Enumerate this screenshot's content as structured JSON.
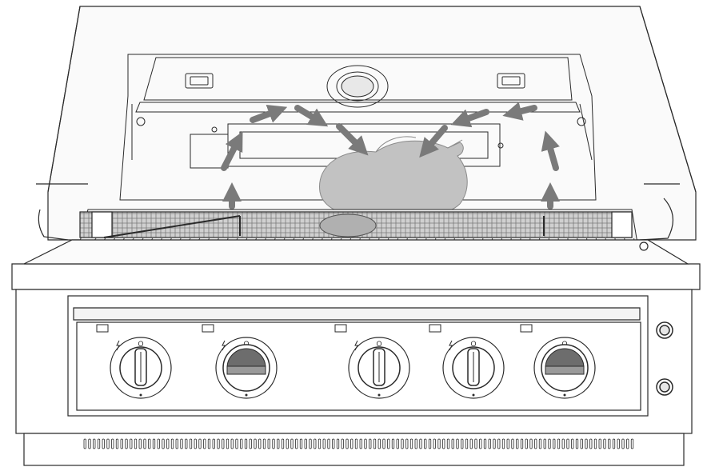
{
  "figure": {
    "subject": "built-in-gas-grill-rotisserie-airflow",
    "colors": {
      "line": "#2a2a2a",
      "light_line": "#8a8a8a",
      "hood_fill": "#f4f4f4",
      "arrow": "#7a7a7a",
      "chicken": "#bdbdbd",
      "burner": "#9a9a9a",
      "panel": "#ffffff"
    }
  },
  "hood": {
    "handles": [
      "hood-handle-left",
      "hood-handle-right"
    ],
    "vent": "round-vent"
  },
  "airflow": {
    "arrow_count": 10,
    "direction": "convection-loop"
  },
  "control_panel": {
    "knobs": [
      {
        "name": "knob-1",
        "style": "standard",
        "has_ignition_symbol": true,
        "zero_marker": "O"
      },
      {
        "name": "knob-2",
        "style": "rotisserie",
        "has_ignition_symbol": true,
        "zero_marker": "O"
      },
      {
        "name": "knob-3",
        "style": "standard",
        "has_ignition_symbol": true,
        "zero_marker": "O"
      },
      {
        "name": "knob-4",
        "style": "standard",
        "has_ignition_symbol": true,
        "zero_marker": "O"
      },
      {
        "name": "knob-5",
        "style": "rotisserie",
        "has_ignition_symbol": false,
        "zero_marker": "O"
      }
    ],
    "side_buttons": [
      "light-button",
      "ignition-button"
    ]
  },
  "vent_slots": 120
}
